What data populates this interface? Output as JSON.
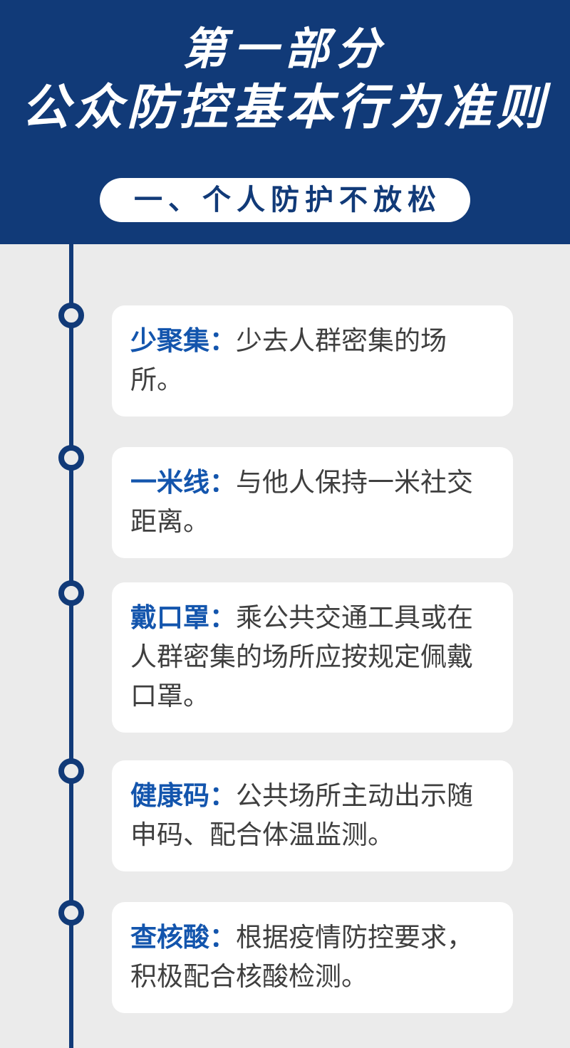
{
  "header": {
    "title_line1": "第一部分",
    "title_line2": "公众防控基本行为准则",
    "section_label": "一、个人防护不放松",
    "background_color": "#113a78",
    "text_color": "#ffffff"
  },
  "theme": {
    "page_background": "#ebebeb",
    "card_background": "#ffffff",
    "accent_navy": "#113a78",
    "keyword_blue": "#1355ad",
    "body_text": "#3f3f3f"
  },
  "timeline": {
    "marker_icon": "timeline-dot-icon",
    "marker_count": 5
  },
  "items": [
    {
      "keyword": "少聚集",
      "separator": "：",
      "body": "少去人群密集的场所。"
    },
    {
      "keyword": "一米线",
      "separator": "：",
      "body": "与他人保持一米社交距离。"
    },
    {
      "keyword": "戴口罩",
      "separator": "：",
      "body": "乘公共交通工具或在人群密集的场所应按规定佩戴口罩。"
    },
    {
      "keyword": "健康码",
      "separator": "：",
      "body": "公共场所主动出示随申码、配合体温监测。"
    },
    {
      "keyword": "查核酸",
      "separator": "：",
      "body": "根据疫情防控要求，积极配合核酸检测。"
    }
  ]
}
